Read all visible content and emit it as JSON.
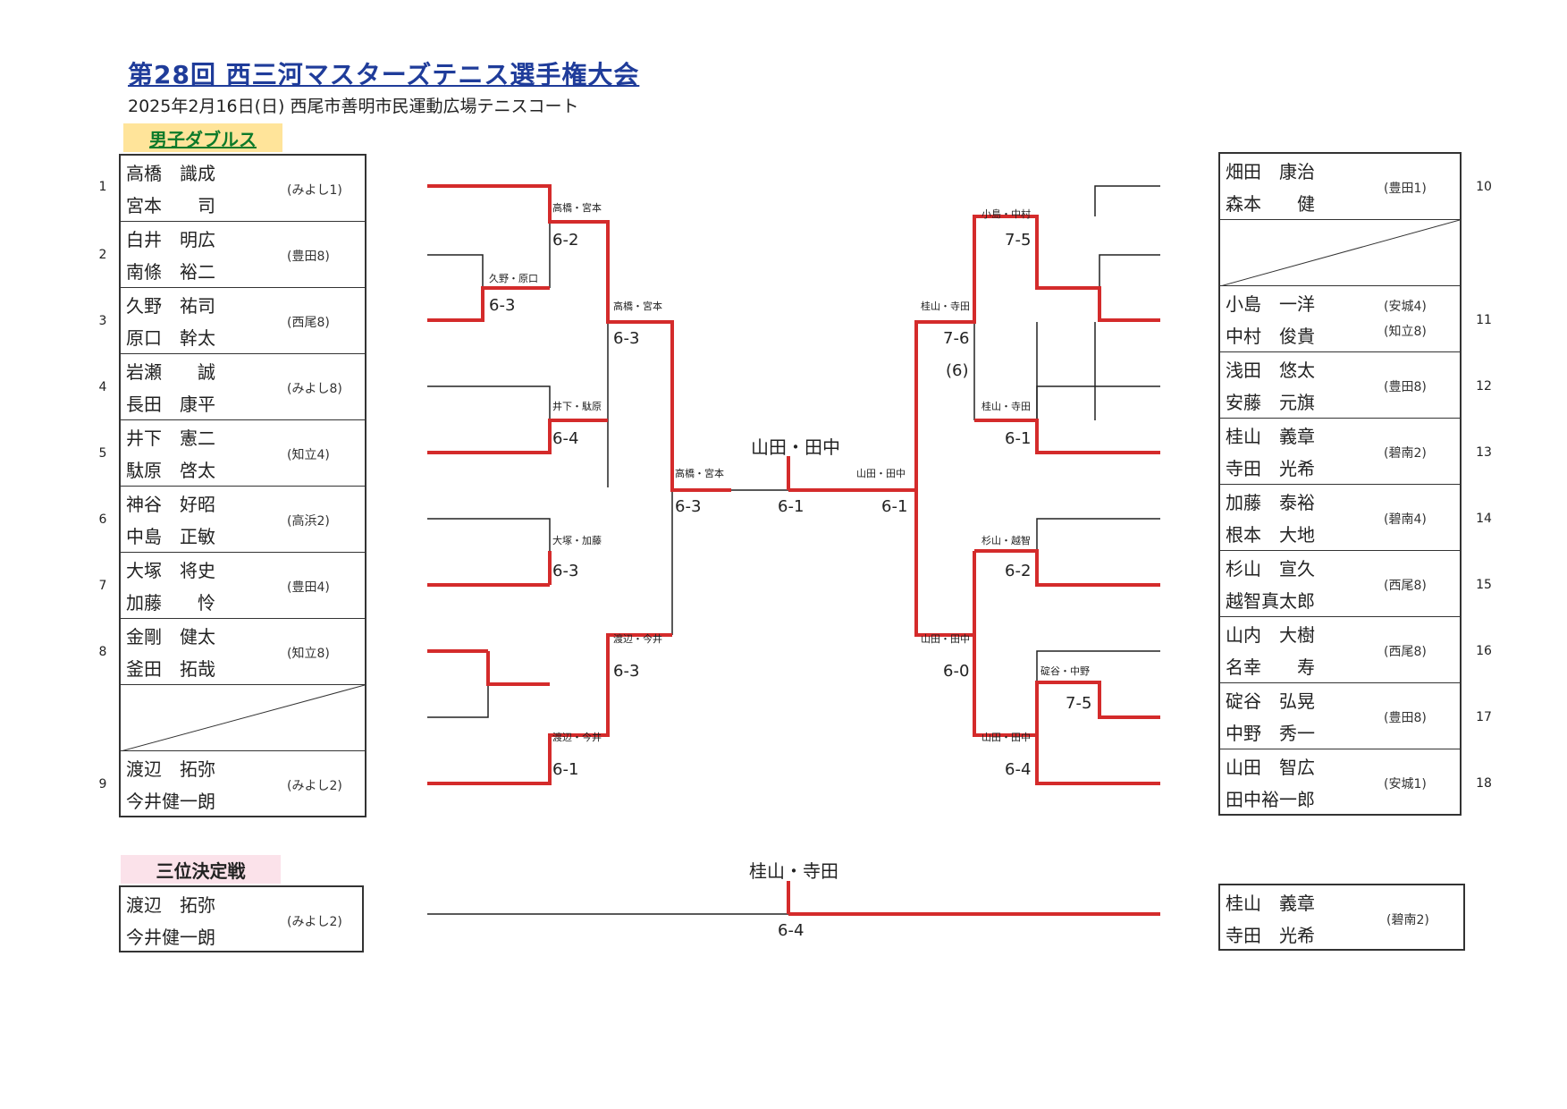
{
  "header": {
    "title": "第28回 西三河マスターズテニス選手権大会",
    "subtitle": "2025年2月16日(日) 西尾市善明市民運動広場テニスコート",
    "category": "男子ダブルス",
    "third_place_label": "三位決定戦"
  },
  "left_entries": [
    {
      "seed": "1",
      "p1": "高橋　識成",
      "p2": "宮本　　司",
      "club": "(みよし1)"
    },
    {
      "seed": "2",
      "p1": "白井　明広",
      "p2": "南條　裕二",
      "club": "(豊田8)"
    },
    {
      "seed": "3",
      "p1": "久野　祐司",
      "p2": "原口　幹太",
      "club": "(西尾8)"
    },
    {
      "seed": "4",
      "p1": "岩瀬　　誠",
      "p2": "長田　康平",
      "club": "(みよし8)"
    },
    {
      "seed": "5",
      "p1": "井下　憲二",
      "p2": "駄原　啓太",
      "club": "(知立4)"
    },
    {
      "seed": "6",
      "p1": "神谷　好昭",
      "p2": "中島　正敏",
      "club": "(高浜2)"
    },
    {
      "seed": "7",
      "p1": "大塚　将史",
      "p2": "加藤　　怜",
      "club": "(豊田4)"
    },
    {
      "seed": "8",
      "p1": "金剛　健太",
      "p2": "釜田　拓哉",
      "club": "(知立8)"
    },
    {
      "seed": "9",
      "p1": "渡辺　拓弥",
      "p2": "今井健一朗",
      "club": "(みよし2)"
    }
  ],
  "right_entries": [
    {
      "seed": "10",
      "p1": "畑田　康治",
      "p2": "森本　　健",
      "club": "(豊田1)"
    },
    {
      "seed": "11",
      "p1": "小島　一洋",
      "p2": "中村　俊貴",
      "club": "(安城4)",
      "club2": "(知立8)"
    },
    {
      "seed": "12",
      "p1": "浅田　悠太",
      "p2": "安藤　元旗",
      "club": "(豊田8)"
    },
    {
      "seed": "13",
      "p1": "桂山　義章",
      "p2": "寺田　光希",
      "club": "(碧南2)"
    },
    {
      "seed": "14",
      "p1": "加藤　泰裕",
      "p2": "根本　大地",
      "club": "(碧南4)"
    },
    {
      "seed": "15",
      "p1": "杉山　宣久",
      "p2": "越智真太郎",
      "club": "(西尾8)"
    },
    {
      "seed": "16",
      "p1": "山内　大樹",
      "p2": "名幸　　寿",
      "club": "(西尾8)"
    },
    {
      "seed": "17",
      "p1": "碇谷　弘晃",
      "p2": "中野　秀一",
      "club": "(豊田8)"
    },
    {
      "seed": "18",
      "p1": "山田　智広",
      "p2": "田中裕一郎",
      "club": "(安城1)"
    }
  ],
  "left_results": [
    {
      "winner": "高橋・宮本",
      "score": "6-2"
    },
    {
      "winner": "久野・原口",
      "score": "6-3"
    },
    {
      "winner": "高橋・宮本",
      "score": "6-3"
    },
    {
      "winner": "井下・駄原",
      "score": "6-4"
    },
    {
      "winner": "高橋・宮本",
      "score": "6-3"
    },
    {
      "winner": "大塚・加藤",
      "score": "6-3"
    },
    {
      "winner": "渡辺・今井",
      "score": "6-3"
    },
    {
      "winner": "渡辺・今井",
      "score": "6-1"
    }
  ],
  "right_results": [
    {
      "winner": "小島・中村",
      "score": "7-5"
    },
    {
      "winner": "桂山・寺田",
      "score": "7-6",
      "tiebreak": "(6)"
    },
    {
      "winner": "桂山・寺田",
      "score": "6-1"
    },
    {
      "winner": "山田・田中",
      "score": "6-1"
    },
    {
      "winner": "杉山・越智",
      "score": "6-2"
    },
    {
      "winner": "山田・田中",
      "score": "6-0"
    },
    {
      "winner": "碇谷・中野",
      "score": "7-5"
    },
    {
      "winner": "山田・田中",
      "score": "6-4"
    }
  ],
  "final": {
    "champion": "山田・田中",
    "score": "6-1"
  },
  "third_place": {
    "left": {
      "p1": "渡辺　拓弥",
      "p2": "今井健一朗",
      "club": "(みよし2)"
    },
    "right": {
      "p1": "桂山　義章",
      "p2": "寺田　光希",
      "club": "(碧南2)"
    },
    "winner": "桂山・寺田",
    "score": "6-4"
  },
  "colors": {
    "winner_line": "#d42b2b",
    "line": "#222222",
    "title": "#1f3c9a",
    "category_bg": "#ffe49a",
    "category_text": "#0c7a2a",
    "third_bg": "#fbe2ea"
  }
}
